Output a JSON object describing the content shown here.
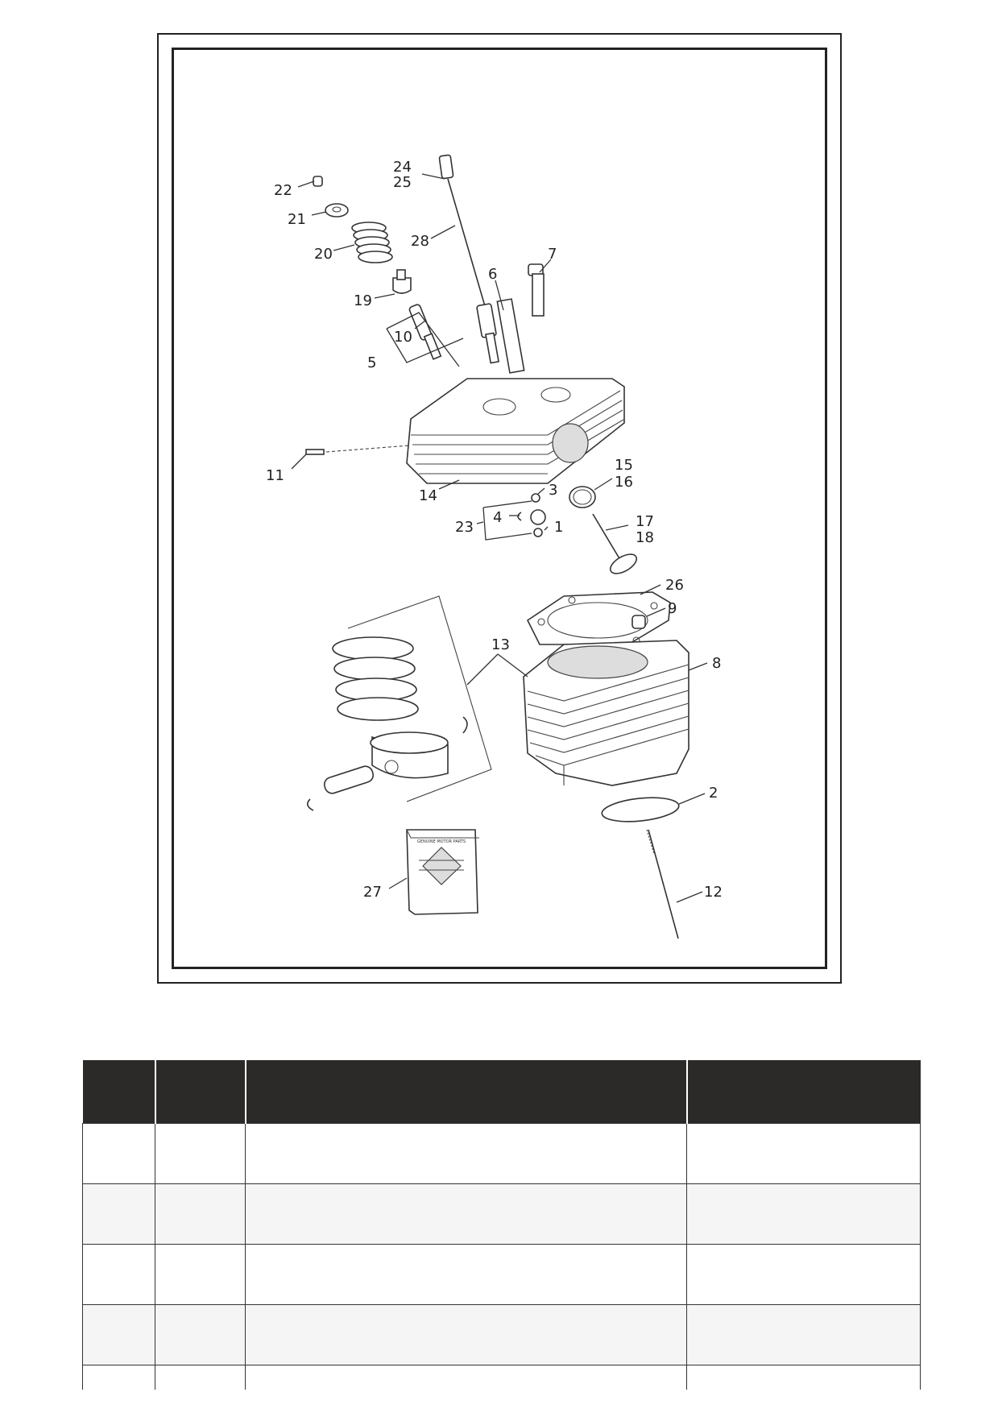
{
  "diagram": {
    "callouts": [
      "1",
      "2",
      "3",
      "4",
      "5",
      "6",
      "7",
      "8",
      "9",
      "10",
      "11",
      "12",
      "13",
      "14",
      "15",
      "16",
      "17",
      "18",
      "19",
      "20",
      "21",
      "22",
      "23",
      "24",
      "25",
      "26",
      "27",
      "28"
    ],
    "logo_text": "GENUINE MOTOR PARTS"
  },
  "table": {
    "headers": [
      "",
      "",
      "",
      ""
    ],
    "rows": [
      [
        "",
        "",
        "",
        ""
      ],
      [
        "",
        "",
        "",
        ""
      ],
      [
        "",
        "",
        "",
        ""
      ],
      [
        "",
        "",
        "",
        ""
      ],
      [
        "",
        "",
        "",
        ""
      ]
    ]
  },
  "colors": {
    "header_bg": "#2b2a28",
    "alt_row_bg": "#f5f5f5",
    "frame": "#222222"
  }
}
